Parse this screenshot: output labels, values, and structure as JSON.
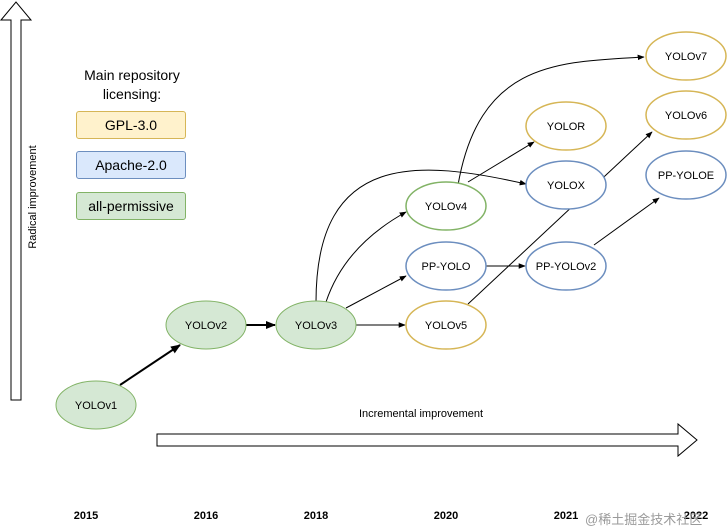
{
  "legend": {
    "title_line1": "Main repository",
    "title_line2": "licensing:",
    "items": [
      {
        "label": "GPL-3.0",
        "fill": "#fff2cc",
        "stroke": "#d6b656"
      },
      {
        "label": "Apache-2.0",
        "fill": "#dae8fc",
        "stroke": "#6c8ebf"
      },
      {
        "label": "all-permissive",
        "fill": "#d5e8d4",
        "stroke": "#82b366"
      }
    ]
  },
  "axes": {
    "vertical_label": "Radical improvement",
    "horizontal_label": "Incremental improvement"
  },
  "years": [
    "2015",
    "2016",
    "2018",
    "2020",
    "2021",
    "2022"
  ],
  "nodes": {
    "yolov1": {
      "label": "YOLOv1",
      "license": "all-permissive"
    },
    "yolov2": {
      "label": "YOLOv2",
      "license": "all-permissive"
    },
    "yolov3": {
      "label": "YOLOv3",
      "license": "all-permissive"
    },
    "yolov4": {
      "label": "YOLOv4",
      "license": "all-permissive"
    },
    "ppyolo": {
      "label": "PP-YOLO",
      "license": "Apache-2.0"
    },
    "yolov5": {
      "label": "YOLOv5",
      "license": "GPL-3.0"
    },
    "yolor": {
      "label": "YOLOR",
      "license": "GPL-3.0"
    },
    "yolox": {
      "label": "YOLOX",
      "license": "Apache-2.0"
    },
    "ppyolov2": {
      "label": "PP-YOLOv2",
      "license": "Apache-2.0"
    },
    "yolov7": {
      "label": "YOLOv7",
      "license": "GPL-3.0"
    },
    "yolov6": {
      "label": "YOLOv6",
      "license": "GPL-3.0"
    },
    "ppyoloe": {
      "label": "PP-YOLOE",
      "license": "Apache-2.0"
    }
  },
  "watermark": "@稀土掘金技术社区"
}
